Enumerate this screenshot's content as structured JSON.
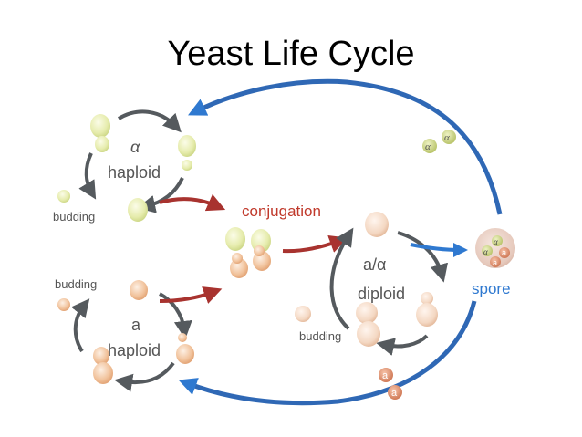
{
  "title": "Yeast Life Cycle",
  "labels": {
    "alpha_symbol": "α",
    "a_symbol": "a",
    "haploid": "haploid",
    "budding": "budding",
    "conjugation": "conjugation",
    "a_alpha": "a/α",
    "diploid": "diploid",
    "spore": "spore"
  },
  "colors": {
    "alpha_cell": "#e8edb0",
    "a_cell": "#f3c9a4",
    "diploid_cell": "#f6d7bf",
    "spore_sac": "#ead0c4",
    "grey_arrow": "#555a5e",
    "red_arrow": "#a8332f",
    "blue_arrow": "#2f79d0",
    "conjugation_text": "#c0392b",
    "spore_text": "#2f79d0"
  }
}
